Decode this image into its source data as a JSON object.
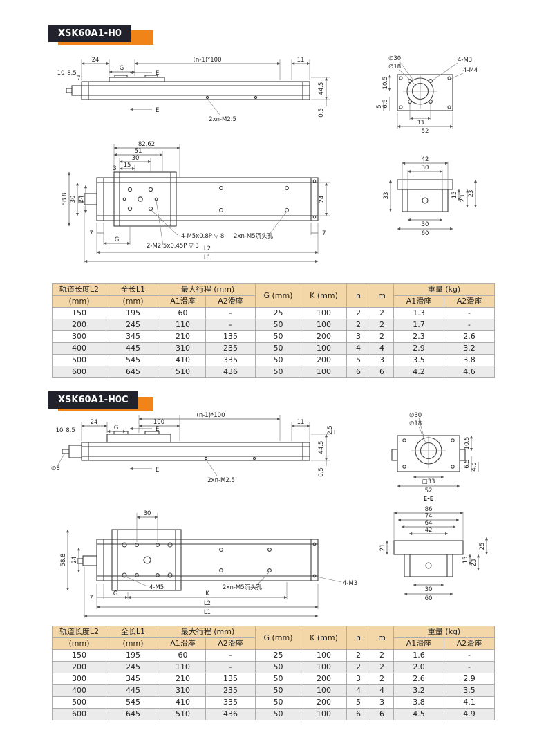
{
  "colors": {
    "accent_orange": "#f08418",
    "badge_dark": "#22222c",
    "table_header_bg": "#f4d7a8",
    "row_alt": "#ebebeb"
  },
  "table_headers": {
    "col1_l1": "轨道长度L2",
    "col1_l2": "(mm)",
    "col2_l1": "全长L1",
    "col2_l2": "(mm)",
    "stroke_group": "最大行程 (mm)",
    "a1": "A1滑座",
    "a2": "A2滑座",
    "g": "G (mm)",
    "k": "K (mm)",
    "n": "n",
    "m": "m",
    "weight_group": "重量 (kg)",
    "w_a1": "A1滑座",
    "w_a2": "A2滑座"
  },
  "sections": [
    {
      "title": "XSK60A1-H0",
      "side": {
        "d24": "24",
        "g": "G",
        "span": "(n-1)*100",
        "d11": "11",
        "d10": "10",
        "d85": "8.5",
        "d7": "7",
        "e1": "E",
        "e2": "E",
        "holes": "2xn-M2.5",
        "h445": "44.5",
        "h05": "0.5"
      },
      "end1": {
        "c30": "∅30",
        "c18": "∅18",
        "m3": "4-M3",
        "m4": "4-M4",
        "d105": "10.5",
        "d65": "6.5",
        "d5": "5",
        "d33": "33",
        "d52": "52"
      },
      "top": {
        "d8262": "82.62",
        "d51": "51",
        "d30": "30",
        "d15": "15",
        "d3": "3",
        "d588": "58.8",
        "dm30": "30",
        "dl24": "24",
        "d7a": "7",
        "g": "G",
        "d7b": "7",
        "m5": "4-M5x0.8P ▽ 8",
        "m25": "2-M2.5x0.45P ▽ 3",
        "sink": "2xn-M5沉头孔",
        "l2": "L2",
        "l1": "L1",
        "r24": "24"
      },
      "end2": {
        "d42": "42",
        "d30": "30",
        "d33": "33",
        "d15": "15",
        "d23": "23",
        "d23b": "23",
        "b30": "30",
        "b60": "60"
      },
      "table_rows": [
        [
          "150",
          "195",
          "60",
          "-",
          "25",
          "100",
          "2",
          "2",
          "1.3",
          "-"
        ],
        [
          "200",
          "245",
          "110",
          "-",
          "50",
          "100",
          "2",
          "2",
          "1.7",
          "-"
        ],
        [
          "300",
          "345",
          "210",
          "135",
          "50",
          "200",
          "3",
          "2",
          "2.3",
          "2.6"
        ],
        [
          "400",
          "445",
          "310",
          "235",
          "50",
          "100",
          "4",
          "4",
          "2.9",
          "3.2"
        ],
        [
          "500",
          "545",
          "410",
          "335",
          "50",
          "200",
          "5",
          "3",
          "3.5",
          "3.8"
        ],
        [
          "600",
          "645",
          "510",
          "436",
          "50",
          "100",
          "6",
          "6",
          "4.2",
          "4.6"
        ]
      ]
    },
    {
      "title": "XSK60A1-H0C",
      "side": {
        "d24": "24",
        "g": "G",
        "d100": "100",
        "span": "(n-1)*100",
        "d11": "11",
        "d25": "2.5",
        "d10": "10",
        "d85": "8.5",
        "shaft": "∅8",
        "e1": "E",
        "e2": "E",
        "holes": "2xn-M2.5",
        "h445": "44.5",
        "h05": "0.5"
      },
      "end1": {
        "c30": "∅30",
        "c18": "∅18",
        "d105": "10.5",
        "d65": "6.5",
        "d45": "4.5",
        "d33": "□33",
        "d52": "52",
        "ee": "E-E"
      },
      "top": {
        "d30": "30",
        "d588": "58.8",
        "dl24": "24",
        "d7a": "7",
        "g": "G",
        "k": "K",
        "m5": "4-M5",
        "sink": "2xn-M5沉头孔",
        "m3": "4-M3",
        "l2": "L2",
        "l1": "L1"
      },
      "end2": {
        "d86": "86",
        "d74": "74",
        "d64": "64",
        "d42": "42",
        "d21": "21",
        "d15": "15",
        "d23": "23",
        "d25": "25",
        "b30": "30",
        "b60": "60"
      },
      "table_rows": [
        [
          "150",
          "195",
          "60",
          "-",
          "25",
          "100",
          "2",
          "2",
          "1.6",
          "-"
        ],
        [
          "200",
          "245",
          "110",
          "-",
          "50",
          "100",
          "2",
          "2",
          "2.0",
          "-"
        ],
        [
          "300",
          "345",
          "210",
          "135",
          "50",
          "200",
          "3",
          "2",
          "2.6",
          "2.9"
        ],
        [
          "400",
          "445",
          "310",
          "235",
          "50",
          "100",
          "4",
          "4",
          "3.2",
          "3.5"
        ],
        [
          "500",
          "545",
          "410",
          "335",
          "50",
          "200",
          "5",
          "3",
          "3.8",
          "4.1"
        ],
        [
          "600",
          "645",
          "510",
          "436",
          "50",
          "100",
          "6",
          "6",
          "4.5",
          "4.9"
        ]
      ]
    }
  ]
}
